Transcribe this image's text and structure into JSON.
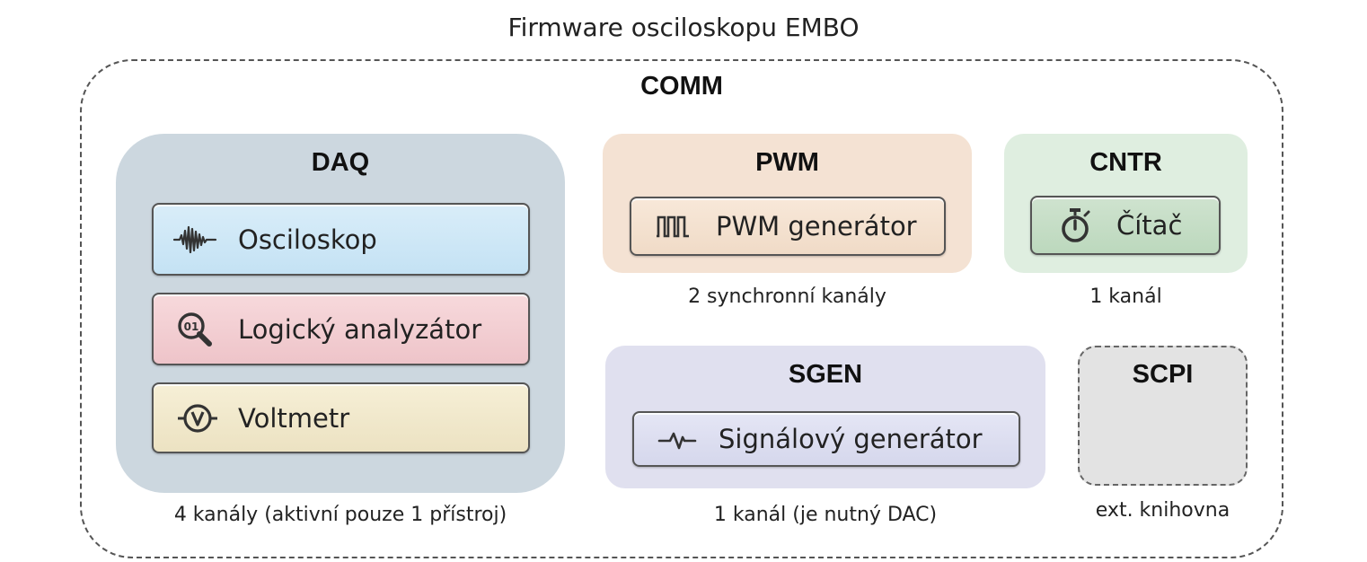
{
  "title": "Firmware osciloskopu EMBO",
  "comm": {
    "label": "COMM"
  },
  "daq": {
    "title": "DAQ",
    "modules": [
      {
        "label": "Osciloskop",
        "icon": "waveform-icon",
        "color": "#c9e4f5"
      },
      {
        "label": "Logický analyzátor",
        "icon": "logic-probe-icon",
        "color": "#f0c9ce"
      },
      {
        "label": "Voltmetr",
        "icon": "voltmeter-icon",
        "color": "#eee4c6"
      }
    ],
    "note": "4 kanály (aktivní pouze 1 přístroj)",
    "color": "#ccd7df"
  },
  "pwm": {
    "title": "PWM",
    "module": {
      "label": "PWM generátor",
      "icon": "pulse-train-icon",
      "color": "#f2dfcc"
    },
    "note": "2 synchronní kanály",
    "color": "#f4e2d3"
  },
  "cntr": {
    "title": "CNTR",
    "module": {
      "label": "Čítač",
      "icon": "stopwatch-icon",
      "color": "#c3dbc4"
    },
    "note": "1 kanál",
    "color": "#dfeee0"
  },
  "sgen": {
    "title": "SGEN",
    "module": {
      "label": "Signálový generátor",
      "icon": "signal-pulse-icon",
      "color": "#d9dbee"
    },
    "note": "1 kanál (je nutný DAC)",
    "color": "#e0e0ef"
  },
  "scpi": {
    "title": "SCPI",
    "note": "ext. knihovna",
    "color": "#e3e3e3"
  }
}
